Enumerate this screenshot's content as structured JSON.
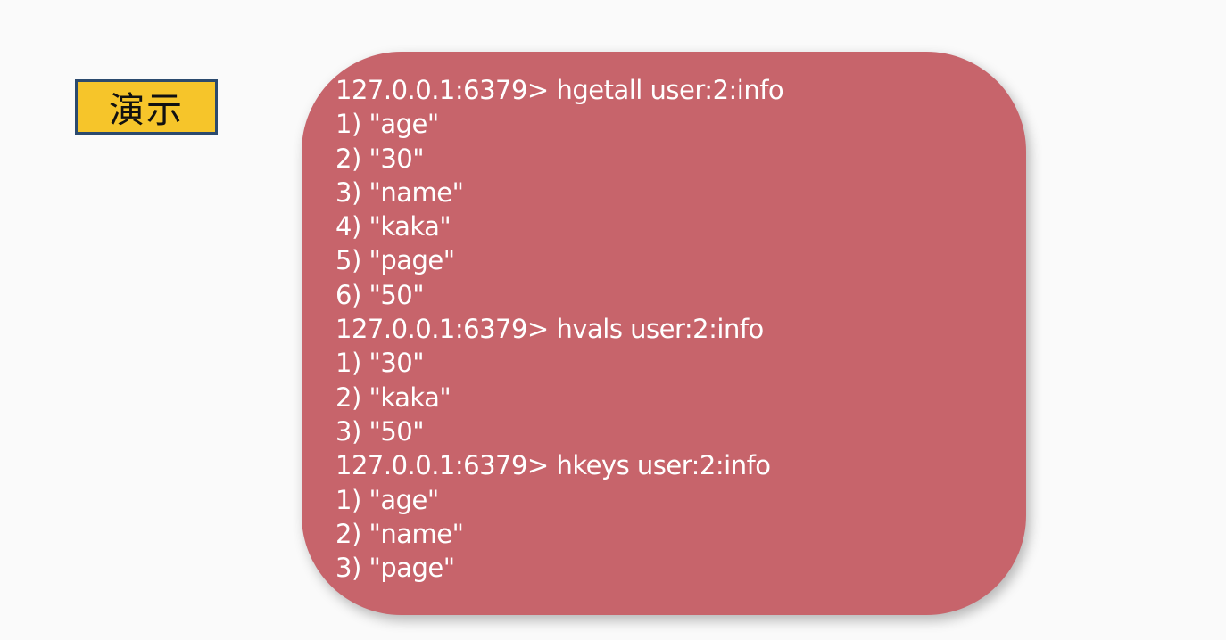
{
  "demo_label": "演示",
  "terminal": {
    "lines": [
      "127.0.0.1:6379> hgetall user:2:info",
      "1) \"age\"",
      "2) \"30\"",
      "3) \"name\"",
      "4) \"kaka\"",
      "5) \"page\"",
      "6) \"50\"",
      "127.0.0.1:6379> hvals user:2:info",
      "1) \"30\"",
      "2) \"kaka\"",
      "3) \"50\"",
      "127.0.0.1:6379> hkeys user:2:info",
      "1) \"age\"",
      "2) \"name\"",
      "3) \"page\""
    ]
  },
  "colors": {
    "background": "#fafafa",
    "label_fill": "#f6c52a",
    "label_border": "#2b4a6e",
    "panel_fill": "#c7646b",
    "text": "#ffffff"
  }
}
